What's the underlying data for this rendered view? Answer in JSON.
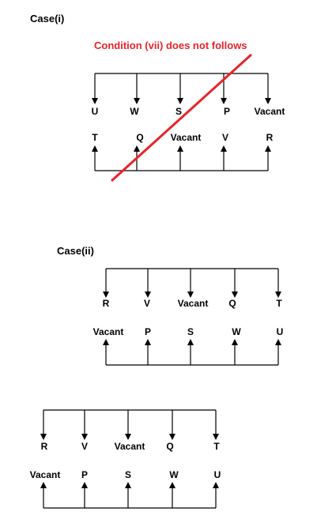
{
  "colors": {
    "strike": "#e8232b",
    "ink": "#000000"
  },
  "cases": {
    "case1_title": "Case(i)",
    "case1_note": "Condition (vii) does not follows",
    "case2_title": "Case(ii)"
  },
  "arrangement1": {
    "top": [
      "U",
      "W",
      "S",
      "P",
      "Vacant"
    ],
    "bottom": [
      "T",
      "Q",
      "Vacant",
      "V",
      "R"
    ]
  },
  "arrangement2": {
    "top": [
      "R",
      "V",
      "Vacant",
      "Q",
      "T"
    ],
    "bottom": [
      "Vacant",
      "P",
      "S",
      "W",
      "U"
    ]
  },
  "arrangement3": {
    "top": [
      "R",
      "V",
      "Vacant",
      "Q",
      "T"
    ],
    "bottom": [
      "Vacant",
      "P",
      "S",
      "W",
      "U"
    ]
  }
}
